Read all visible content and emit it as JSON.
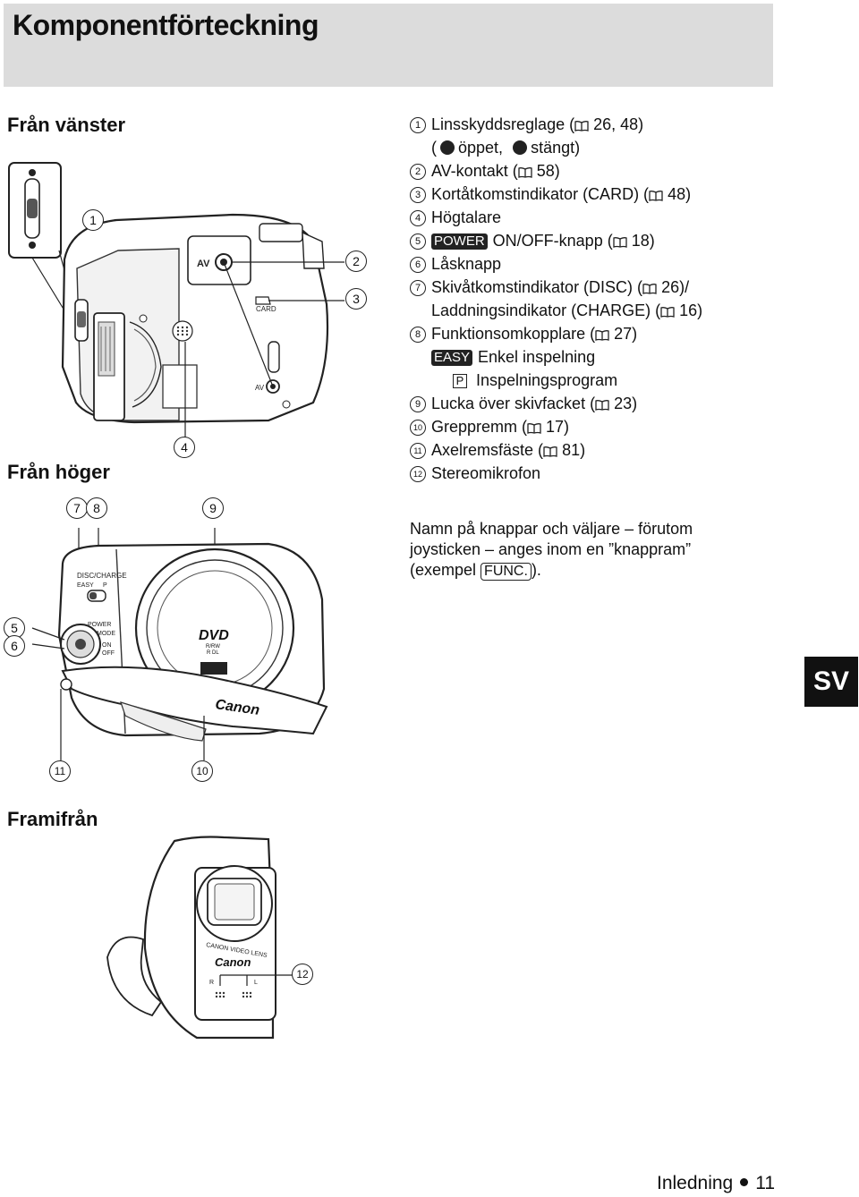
{
  "page": {
    "title": "Komponentförteckning",
    "lang_tab": "SV",
    "footer": {
      "section": "Inledning",
      "page_number": "11"
    }
  },
  "sections": {
    "left": "Från vänster",
    "right": "Från höger",
    "front": "Framifrån"
  },
  "callouts": {
    "c1": "1",
    "c2": "2",
    "c3": "3",
    "c4": "4",
    "c5": "5",
    "c6": "6",
    "c7": "7",
    "c8": "8",
    "c9": "9",
    "c10": "10",
    "c11": "11",
    "c12": "12"
  },
  "camera_labels": {
    "av_top": "AV",
    "card": "CARD",
    "av_bottom": "AV",
    "disc_charge": "DISC/CHARGE",
    "easy": "EASY",
    "p": "P",
    "power": "POWER",
    "mode": "MODE",
    "on": "ON",
    "off": "OFF",
    "dvd": "DVD",
    "dvd_sub1": "R/RW",
    "dvd_sub2": "R DL",
    "brand": "Canon",
    "lens": "CANON VIDEO LENS",
    "mic_r": "R",
    "mic_l": "L"
  },
  "components": [
    {
      "num": "1",
      "text": "Linsskyddsreglage (",
      "ref": "26, 48)",
      "sub": {
        "open": "öppet,",
        "closed": "stängt)"
      }
    },
    {
      "num": "2",
      "text": "AV-kontakt (",
      "ref": "58)"
    },
    {
      "num": "3",
      "text": "Kortåtkomstindikator (CARD) (",
      "ref": "48)"
    },
    {
      "num": "4",
      "text": "Högtalare"
    },
    {
      "num": "5",
      "tag": "POWER",
      "text": "ON/OFF-knapp (",
      "ref": "18)"
    },
    {
      "num": "6",
      "text": "Låsknapp"
    },
    {
      "num": "7",
      "text": "Skivåtkomstindikator (DISC) (",
      "ref": "26)/",
      "cont": "Laddningsindikator (CHARGE) (",
      "cont_ref": "16)"
    },
    {
      "num": "8",
      "text": "Funktionsomkopplare (",
      "ref": "27)",
      "modes": [
        {
          "tag": "EASY",
          "label": "Enkel inspelning"
        },
        {
          "tag": "P",
          "label": "Inspelningsprogram"
        }
      ]
    },
    {
      "num": "9",
      "text": "Lucka över skivfacket (",
      "ref": "23)"
    },
    {
      "num": "10",
      "text": "Greppremm (",
      "ref": "17)"
    },
    {
      "num": "11",
      "text": "Axelremsfäste (",
      "ref": "81)"
    },
    {
      "num": "12",
      "text": "Stereomikrofon"
    }
  ],
  "note": {
    "line1": "Namn på knappar och väljare – förutom",
    "line2": "joysticken – anges inom en ”knappram”",
    "line3_pre": "(exempel",
    "key": "FUNC.",
    "line3_post": ")."
  }
}
